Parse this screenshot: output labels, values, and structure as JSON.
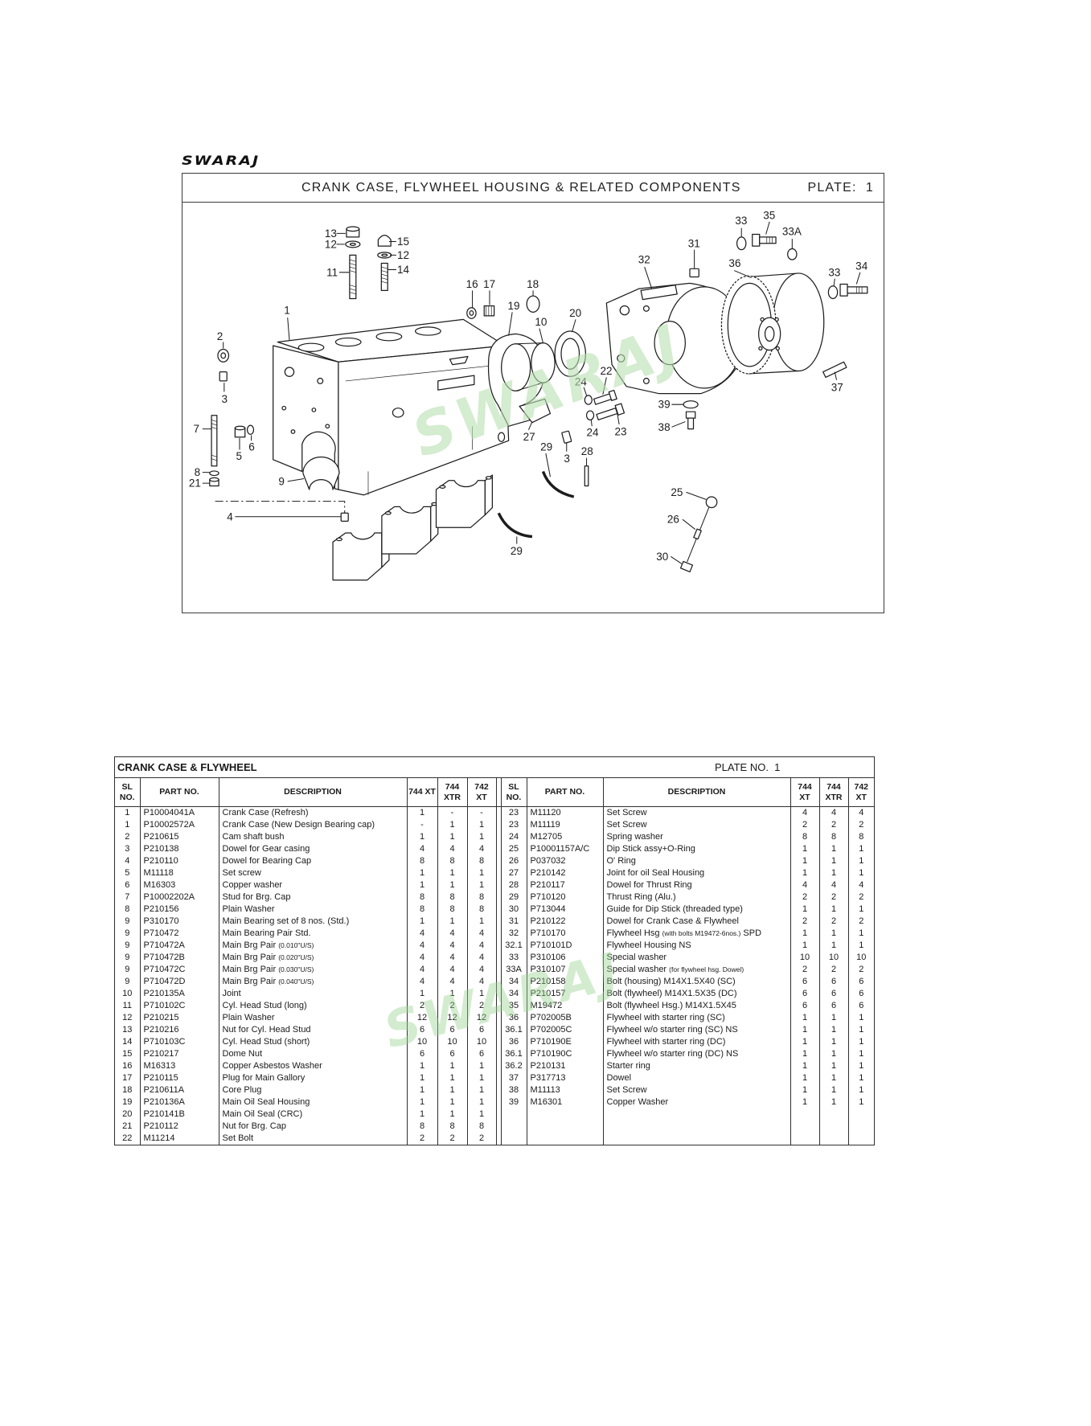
{
  "logo": "SWARAJ",
  "watermark": "SWARAJ",
  "diagram": {
    "title": "CRANK CASE, FLYWHEEL HOUSING & RELATED COMPONENTS",
    "plate": "PLATE:  1",
    "callouts": [
      "13",
      "12",
      "11",
      "15",
      "12",
      "14",
      "16",
      "17",
      "18",
      "19",
      "10",
      "20",
      "1",
      "2",
      "3",
      "7",
      "5",
      "6",
      "8",
      "21",
      "9",
      "4",
      "24",
      "22",
      "23",
      "24",
      "27",
      "29",
      "3",
      "28",
      "29",
      "31",
      "32",
      "33",
      "35",
      "33A",
      "36",
      "33",
      "34",
      "37",
      "39",
      "38",
      "25",
      "26",
      "30"
    ]
  },
  "table": {
    "title": "CRANK CASE & FLYWHEEL",
    "plate": "PLATE NO.  1",
    "columns": [
      "SL NO.",
      "PART NO.",
      "DESCRIPTION",
      "744 XT",
      "744 XTR",
      "742 XT"
    ],
    "left": [
      [
        "1",
        "P10004041A",
        "Crank Case (Refresh)",
        "1",
        "-",
        "-"
      ],
      [
        "1",
        "P10002572A",
        "Crank Case (New Design Bearing cap)",
        "-",
        "1",
        "1"
      ],
      [
        "2",
        "P210615",
        "Cam shaft bush",
        "1",
        "1",
        "1"
      ],
      [
        "3",
        "P210138",
        "Dowel for Gear casing",
        "4",
        "4",
        "4"
      ],
      [
        "4",
        "P210110",
        "Dowel for Bearing Cap",
        "8",
        "8",
        "8"
      ],
      [
        "5",
        "M11118",
        "Set screw",
        "1",
        "1",
        "1"
      ],
      [
        "6",
        "M16303",
        "Copper washer",
        "1",
        "1",
        "1"
      ],
      [
        "7",
        "P10002202A",
        "Stud for Brg. Cap",
        "8",
        "8",
        "8"
      ],
      [
        "8",
        "P210156",
        "Plain Washer",
        "8",
        "8",
        "8"
      ],
      [
        "9",
        "P310170",
        "Main Bearing set of 8 nos. (Std.)",
        "1",
        "1",
        "1"
      ],
      [
        "9",
        "P710472",
        "Main Bearing Pair Std.",
        "4",
        "4",
        "4"
      ],
      [
        "9",
        "P710472A",
        "Main Brg Pair (0.010\"U/S)",
        "4",
        "4",
        "4"
      ],
      [
        "9",
        "P710472B",
        "Main Brg Pair (0.020\"U/S)",
        "4",
        "4",
        "4"
      ],
      [
        "9",
        "P710472C",
        "Main Brg Pair (0.030\"U/S)",
        "4",
        "4",
        "4"
      ],
      [
        "9",
        "P710472D",
        "Main Brg Pair (0.040\"U/S)",
        "4",
        "4",
        "4"
      ],
      [
        "10",
        "P210135A",
        "Joint",
        "1",
        "1",
        "1"
      ],
      [
        "11",
        "P710102C",
        "Cyl. Head Stud (long)",
        "2",
        "2",
        "2"
      ],
      [
        "12",
        "P210215",
        "Plain Washer",
        "12",
        "12",
        "12"
      ],
      [
        "13",
        "P210216",
        "Nut for Cyl. Head Stud",
        "6",
        "6",
        "6"
      ],
      [
        "14",
        "P710103C",
        "Cyl. Head Stud (short)",
        "10",
        "10",
        "10"
      ],
      [
        "15",
        "P210217",
        "Dome Nut",
        "6",
        "6",
        "6"
      ],
      [
        "16",
        "M16313",
        "Copper Asbestos Washer",
        "1",
        "1",
        "1"
      ],
      [
        "17",
        "P210115",
        "Plug for Main Gallory",
        "1",
        "1",
        "1"
      ],
      [
        "18",
        "P210611A",
        "Core Plug",
        "1",
        "1",
        "1"
      ],
      [
        "19",
        "P210136A",
        "Main Oil Seal Housing",
        "1",
        "1",
        "1"
      ],
      [
        "20",
        "P210141B",
        "Main Oil Seal (CRC)",
        "1",
        "1",
        "1"
      ],
      [
        "21",
        "P210112",
        "Nut for Brg. Cap",
        "8",
        "8",
        "8"
      ],
      [
        "22",
        "M11214",
        "Set Bolt",
        "2",
        "2",
        "2"
      ]
    ],
    "right": [
      [
        "23",
        "M11120",
        "Set Screw",
        "4",
        "4",
        "4"
      ],
      [
        "23",
        "M11119",
        "Set Screw",
        "2",
        "2",
        "2"
      ],
      [
        "24",
        "M12705",
        "Spring washer",
        "8",
        "8",
        "8"
      ],
      [
        "25",
        "P10001157A/C",
        "Dip Stick assy+O-Ring",
        "1",
        "1",
        "1"
      ],
      [
        "26",
        "P037032",
        "O' Ring",
        "1",
        "1",
        "1"
      ],
      [
        "27",
        "P210142",
        "Joint for oil Seal Housing",
        "1",
        "1",
        "1"
      ],
      [
        "28",
        "P210117",
        "Dowel for Thrust Ring",
        "4",
        "4",
        "4"
      ],
      [
        "29",
        "P710120",
        "Thrust Ring (Alu.)",
        "2",
        "2",
        "2"
      ],
      [
        "30",
        "P713044",
        "Guide for Dip Stick (threaded type)",
        "1",
        "1",
        "1"
      ],
      [
        "31",
        "P210122",
        "Dowel for Crank Case & Flywheel",
        "2",
        "2",
        "2"
      ],
      [
        "32",
        "P710170",
        "Flywheel Hsg (with bolts M19472-6nos.) SPD",
        "1",
        "1",
        "1"
      ],
      [
        "32.1",
        "P710101D",
        "Flywheel Housing NS",
        "1",
        "1",
        "1"
      ],
      [
        "33",
        "P310106",
        "Special washer",
        "10",
        "10",
        "10"
      ],
      [
        "33A",
        "P310107",
        "Special washer (for flywheel hsg. Dowel)",
        "2",
        "2",
        "2"
      ],
      [
        "34",
        "P210158",
        "Bolt (housing) M14X1.5X40 (SC)",
        "6",
        "6",
        "6"
      ],
      [
        "34",
        "P210157",
        "Bolt (flywheel) M14X1.5X35 (DC)",
        "6",
        "6",
        "6"
      ],
      [
        "35",
        "M19472",
        "Bolt (flywheel Hsg.) M14X1.5X45",
        "6",
        "6",
        "6"
      ],
      [
        "36",
        "P702005B",
        "Flywheel with starter ring (SC)",
        "1",
        "1",
        "1"
      ],
      [
        "36.1",
        "P702005C",
        "Flywheel w/o starter ring (SC) NS",
        "1",
        "1",
        "1"
      ],
      [
        "36",
        "P710190E",
        "Flywheel with starter ring (DC)",
        "1",
        "1",
        "1"
      ],
      [
        "36.1",
        "P710190C",
        "Flywheel w/o starter ring (DC) NS",
        "1",
        "1",
        "1"
      ],
      [
        "36.2",
        "P210131",
        "Starter ring",
        "1",
        "1",
        "1"
      ],
      [
        "37",
        "P317713",
        "Dowel",
        "1",
        "1",
        "1"
      ],
      [
        "38",
        "M11113",
        "Set Screw",
        "1",
        "1",
        "1"
      ],
      [
        "39",
        "M16301",
        "Copper Washer",
        "1",
        "1",
        "1"
      ]
    ]
  }
}
